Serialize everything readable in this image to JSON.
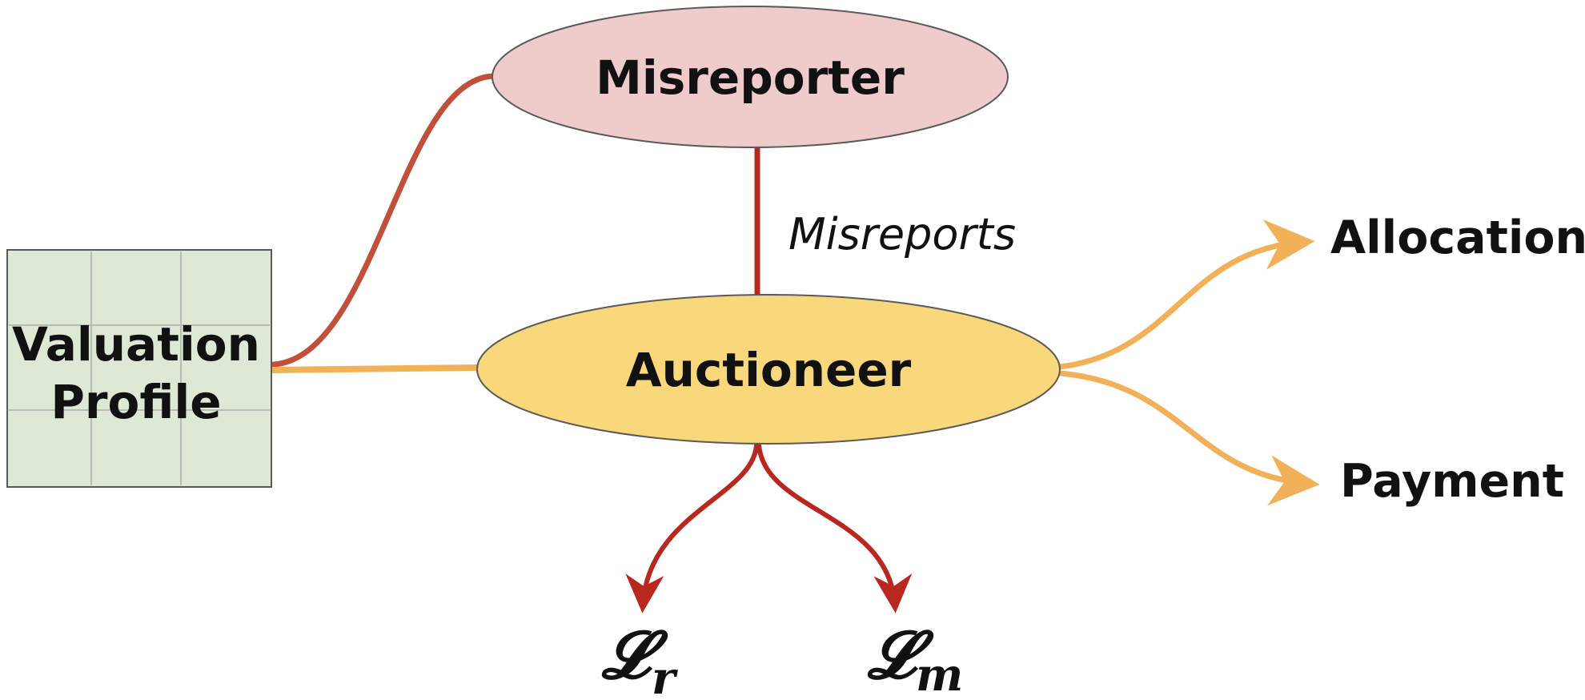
{
  "colors": {
    "misreporter_fill": "#efcbcb",
    "auctioneer_fill": "#f8d87a",
    "valuation_fill": "#dde9d5",
    "valuation_grid": "#b8bcb4",
    "node_stroke": "#5a5a5a",
    "red_edge": "#b8281f",
    "brick_edge": "#c1503a",
    "orange_edge": "#f2b158"
  },
  "nodes": {
    "misreporter": {
      "label": "Misreporter"
    },
    "auctioneer": {
      "label": "Auctioneer"
    },
    "valuation_profile": {
      "label_line1": "Valuation",
      "label_line2": "Profile"
    }
  },
  "edges": {
    "misreports": {
      "label": "Misreports"
    }
  },
  "outputs": {
    "allocation": {
      "label": "Allocation"
    },
    "payment": {
      "label": "Payment"
    }
  },
  "losses": {
    "regret": {
      "script": "𝓛",
      "subscript": "r"
    },
    "misreport": {
      "script": "𝓛",
      "subscript": "m"
    }
  }
}
